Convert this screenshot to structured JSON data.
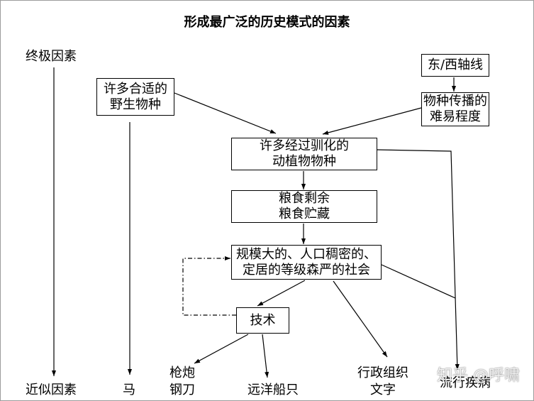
{
  "title": "形成最广泛的历史模式的因素",
  "labels": {
    "ultimate": "终极因素",
    "proximate": "近似因素"
  },
  "nodes": {
    "wild_species": [
      "许多合适的",
      "野生物种"
    ],
    "east_west_axis": [
      "东/西轴线"
    ],
    "ease_of_spread": [
      "物种传播的",
      "难易程度"
    ],
    "domesticated": [
      "许多经过驯化的",
      "动植物物种"
    ],
    "food_surplus": [
      "粮食剩余",
      "粮食贮藏"
    ],
    "society": [
      "规模大的、人口稠密的、",
      "定居的等级森严的社会"
    ],
    "technology": [
      "技术"
    ]
  },
  "outcomes": {
    "horses": [
      "马"
    ],
    "weapons": [
      "枪炮",
      "钢刀"
    ],
    "ships": [
      "远洋船只"
    ],
    "administration": [
      "行政组织",
      "文字"
    ],
    "epidemic_disease": [
      "流行疾病"
    ]
  },
  "watermark": "知乎 @呼啸"
}
